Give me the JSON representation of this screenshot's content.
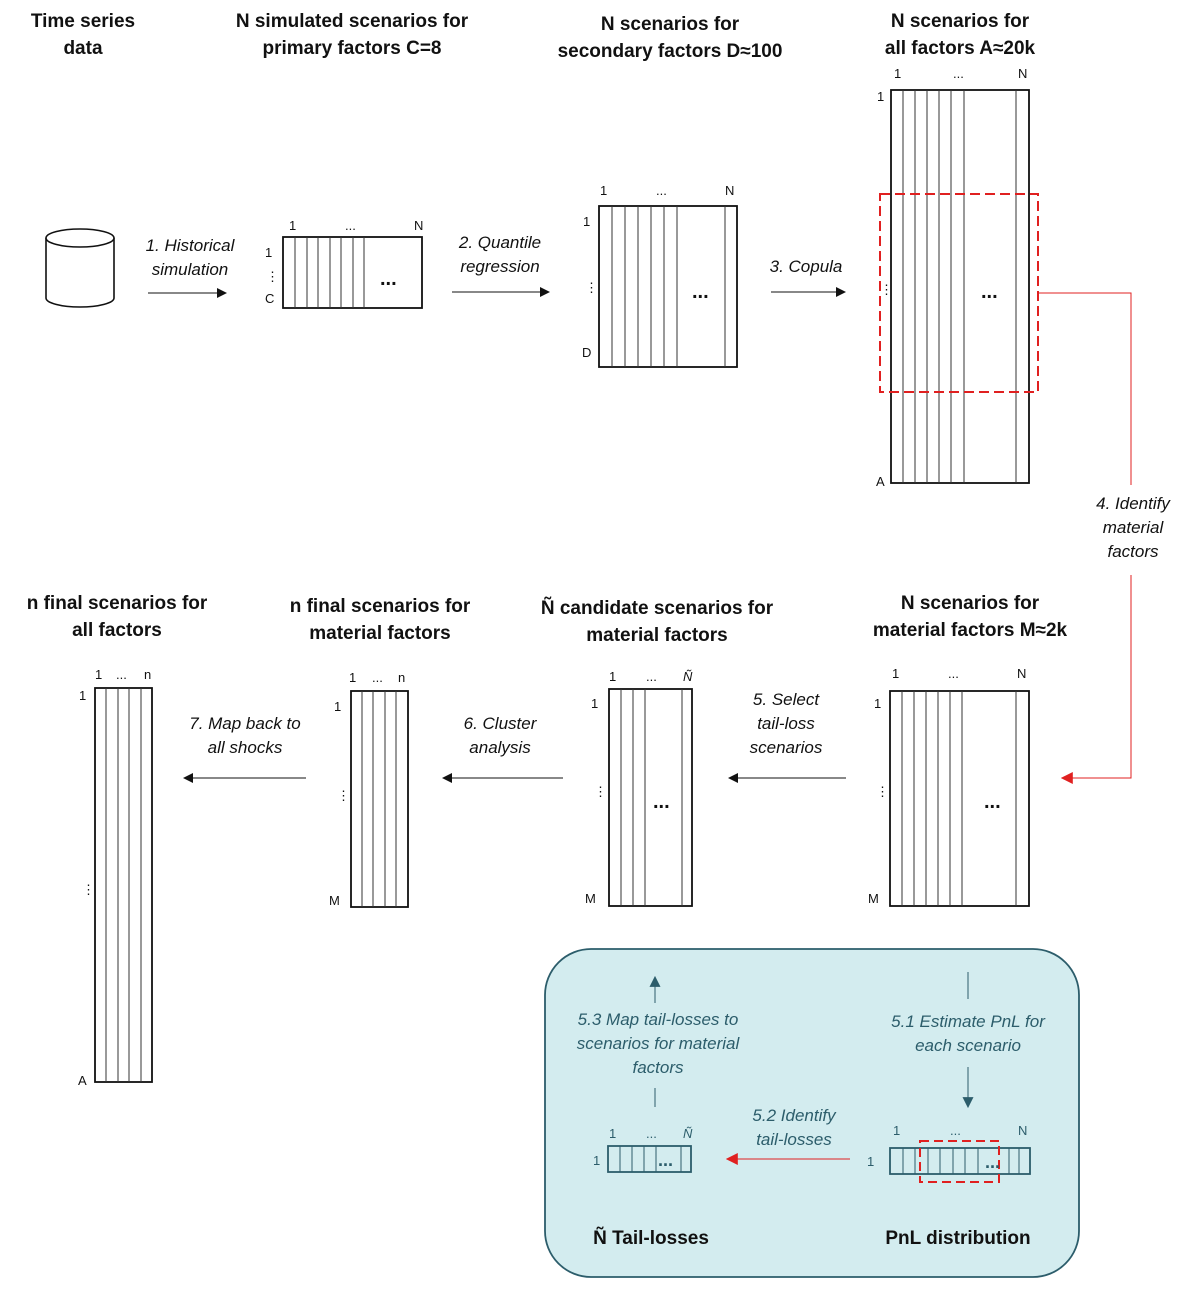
{
  "titles": {
    "time_series": [
      "Time series",
      "data"
    ],
    "primary": [
      "N simulated scenarios for",
      "primary factors C=8"
    ],
    "secondary": [
      "N scenarios for",
      "secondary factors D≈100"
    ],
    "all": [
      "N scenarios for",
      "all factors A≈20k"
    ],
    "final_all": [
      "n final scenarios for",
      "all factors"
    ],
    "final_material": [
      "n final scenarios for",
      "material factors"
    ],
    "candidate": [
      "Ñ candidate scenarios for",
      "material factors"
    ],
    "material": [
      "N scenarios for",
      "material factors M≈2k"
    ],
    "tail_losses": "Ñ Tail-losses",
    "pnl": "PnL distribution"
  },
  "steps": {
    "s1": [
      "1. Historical",
      "simulation"
    ],
    "s2": [
      "2. Quantile",
      "regression"
    ],
    "s3": [
      "3. Copula"
    ],
    "s4": [
      "4. Identify",
      "material",
      "factors"
    ],
    "s5": [
      "5. Select",
      "tail-loss",
      "scenarios"
    ],
    "s6": [
      "6. Cluster",
      "analysis"
    ],
    "s7": [
      "7. Map back to",
      "all shocks"
    ],
    "s51": [
      "5.1 Estimate PnL for",
      "each scenario"
    ],
    "s52": [
      "5.2 Identify",
      "tail-losses"
    ],
    "s53": [
      "5.3 Map tail-losses to",
      "scenarios for material",
      "factors"
    ]
  },
  "axes": {
    "one": "1",
    "N": "N",
    "n": "n",
    "Ntilde": "Ñ",
    "C": "C",
    "D": "D",
    "A": "A",
    "M": "M",
    "ellipsis": "...",
    "vdots": "⋮",
    "dots": "..."
  },
  "colors": {
    "black": "#111111",
    "red": "#e02020",
    "teal": "#2c5d6b",
    "panel_fill": "#d3ecef",
    "panel_stroke": "#2c5d6b"
  }
}
